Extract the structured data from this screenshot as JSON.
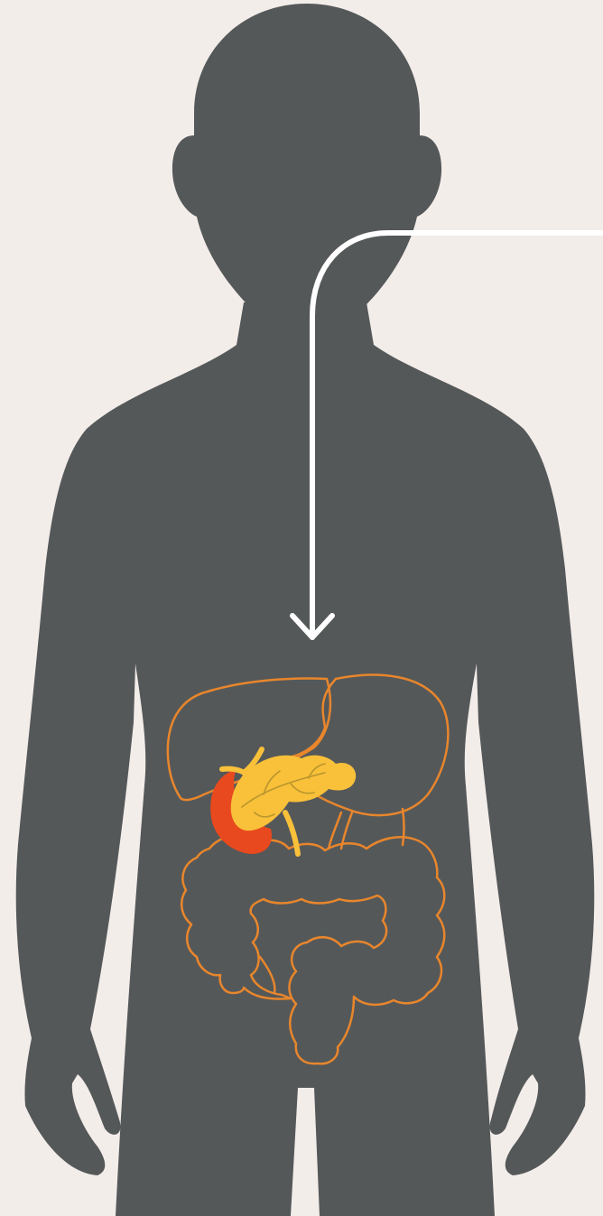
{
  "colors": {
    "background": "#F3EDEA",
    "silhouette": "#555859",
    "organ_outline": "#E8862C",
    "pancreas": "#F9C03A",
    "pancreas_veins": "#B8962C",
    "duodenum_highlight": "#E8491E",
    "pointer_arrow": "#FFFFFF"
  },
  "figure": {
    "subject": "child-body-silhouette",
    "highlighted_organ": "pancreas",
    "adjacent_highlight": "duodenum",
    "outlined_organs": [
      "liver",
      "stomach",
      "large-intestine",
      "small-intestine",
      "gallbladder-ducts"
    ],
    "pointer": "arrow-from-right-edge-pointing-down-to-abdomen"
  }
}
